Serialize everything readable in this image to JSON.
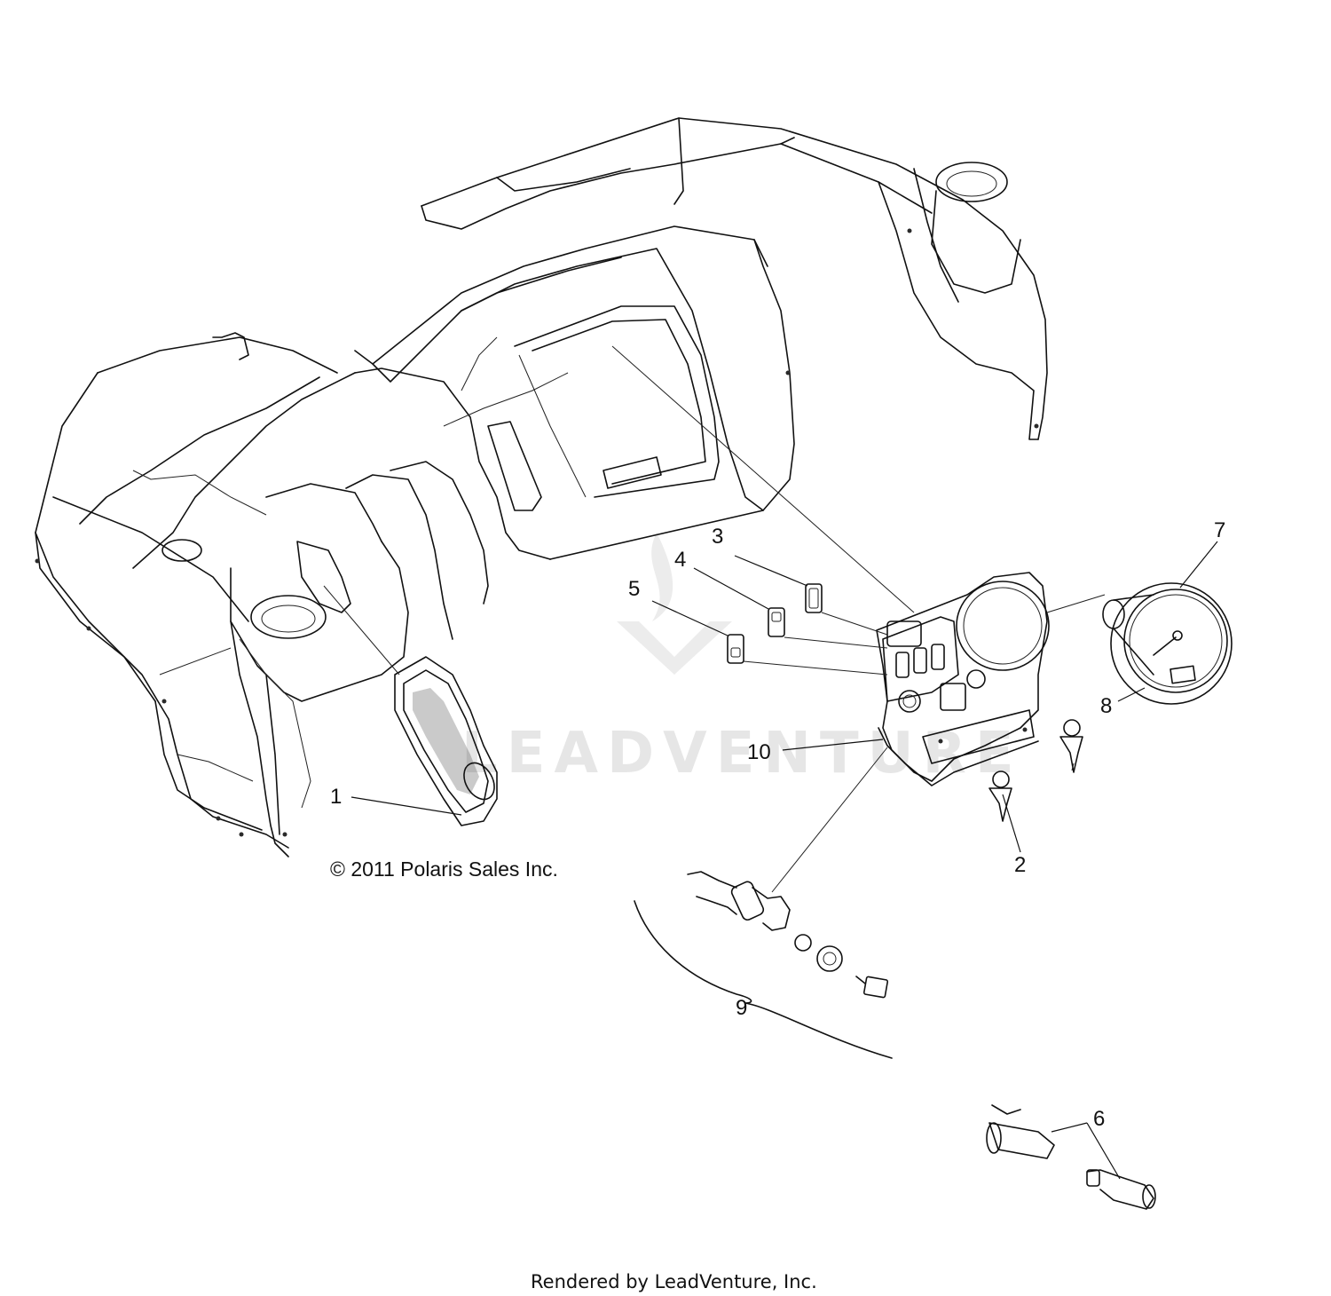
{
  "callouts": [
    "1",
    "2",
    "3",
    "4",
    "5",
    "6",
    "7",
    "8",
    "9",
    "10"
  ],
  "copyright": "© 2011 Polaris Sales Inc.",
  "watermark": "LEADVENTURE",
  "footer": "Rendered by LeadVenture, Inc."
}
